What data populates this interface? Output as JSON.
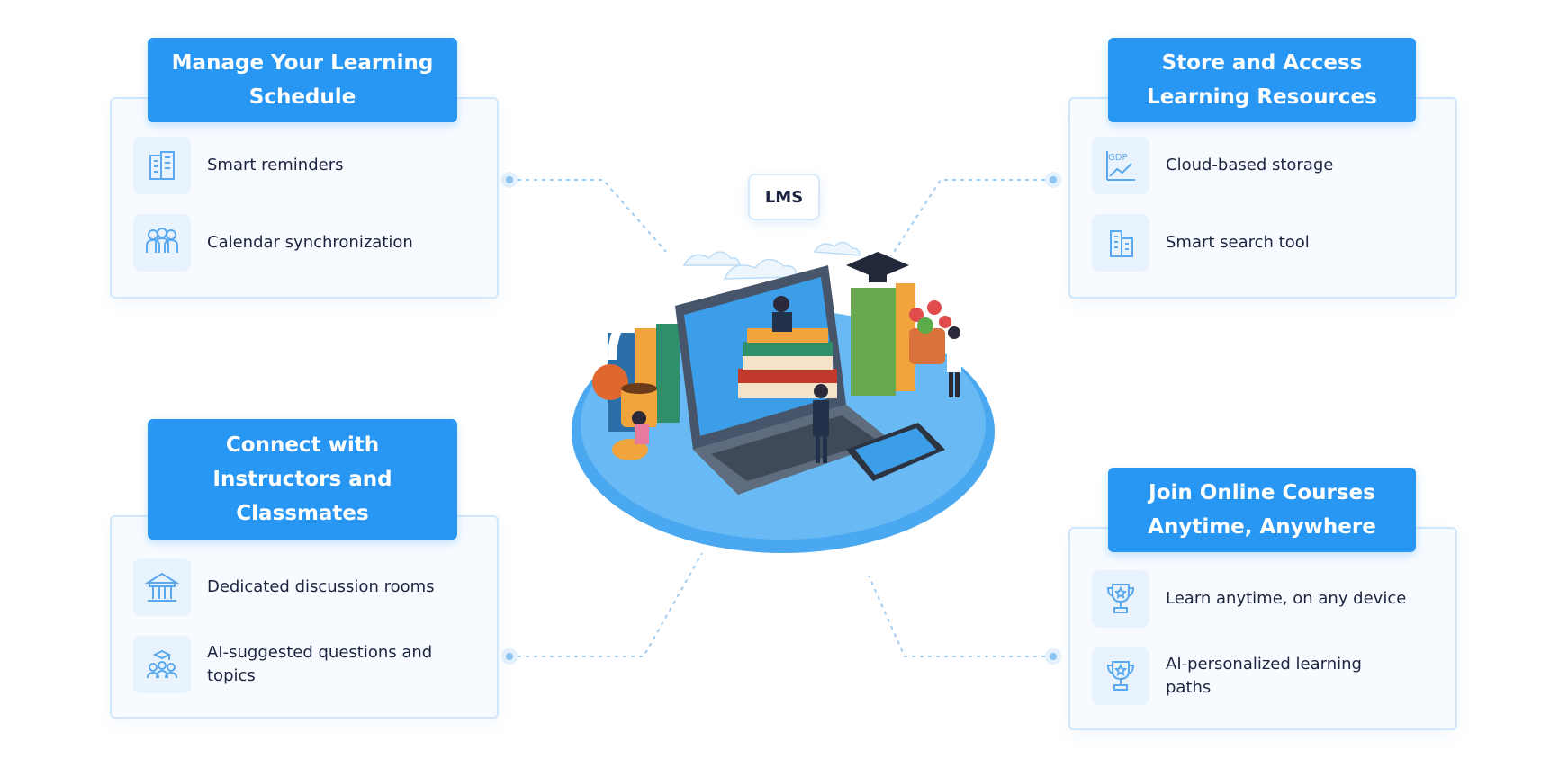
{
  "center": {
    "badge": "LMS"
  },
  "cards": {
    "top_left": {
      "title_line1": "Manage Your Learning",
      "title_line2": "Schedule",
      "items": [
        {
          "label": "Smart reminders",
          "icon": "building-icon"
        },
        {
          "label": "Calendar synchronization",
          "icon": "group-icon"
        }
      ]
    },
    "top_right": {
      "title_line1": "Store and Access",
      "title_line2": "Learning Resources",
      "items": [
        {
          "label": "Cloud-based storage",
          "icon": "gdp-chart-icon"
        },
        {
          "label": "Smart search tool",
          "icon": "city-icon"
        }
      ]
    },
    "bottom_left": {
      "title_line1": "Connect with",
      "title_line2": "Instructors and",
      "title_line3": "Classmates",
      "items": [
        {
          "label": "Dedicated discussion rooms",
          "icon": "institution-icon"
        },
        {
          "label_line1": "AI-suggested questions and",
          "label_line2": "topics",
          "icon": "graduates-icon"
        }
      ]
    },
    "bottom_right": {
      "title_line1": "Join Online Courses",
      "title_line2": "Anytime, Anywhere",
      "items": [
        {
          "label": "Learn anytime, on any device",
          "icon": "trophy-icon"
        },
        {
          "label_line1": "AI-personalized learning",
          "label_line2": "paths",
          "icon": "trophy-icon"
        }
      ]
    }
  },
  "colors": {
    "accent": "#2896f3",
    "card_bg": "#f7fbff",
    "card_border": "#cfe6fb",
    "text": "#1c2540",
    "connector": "#9fcdf3"
  }
}
